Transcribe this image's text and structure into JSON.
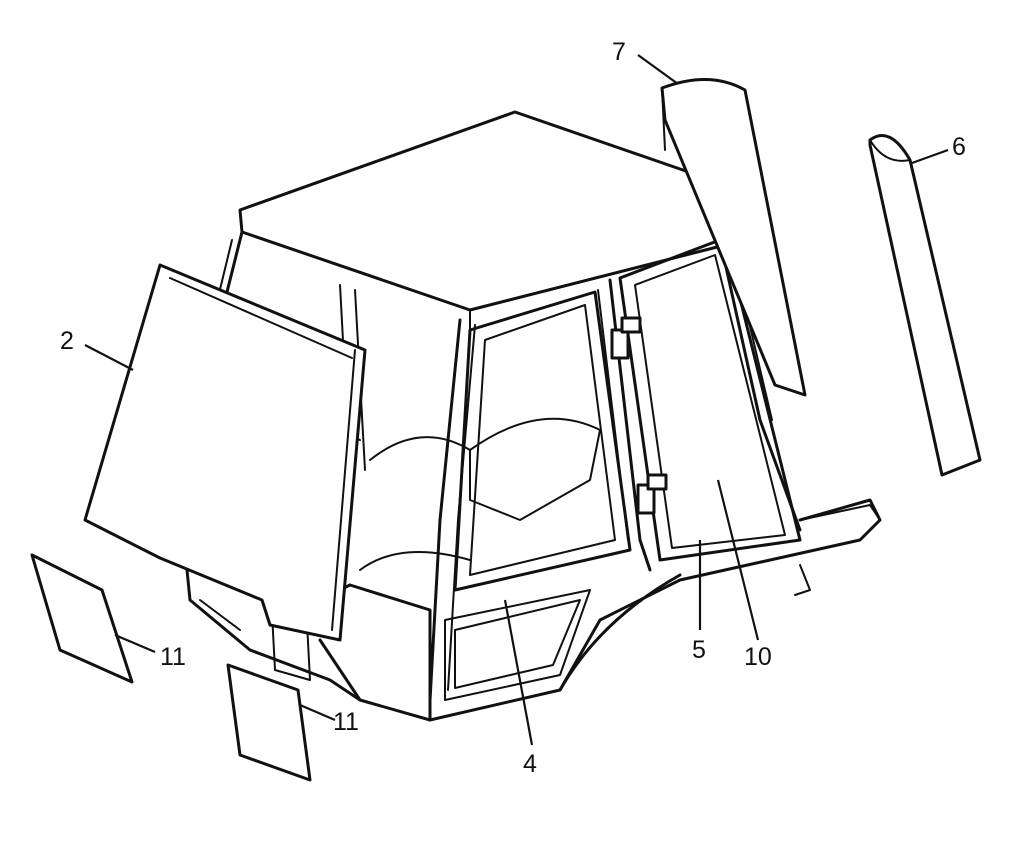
{
  "callouts": {
    "c2": "2",
    "c4": "4",
    "c5": "5",
    "c6": "6",
    "c7": "7",
    "c10": "10",
    "c11a": "11",
    "c11b": "11"
  }
}
